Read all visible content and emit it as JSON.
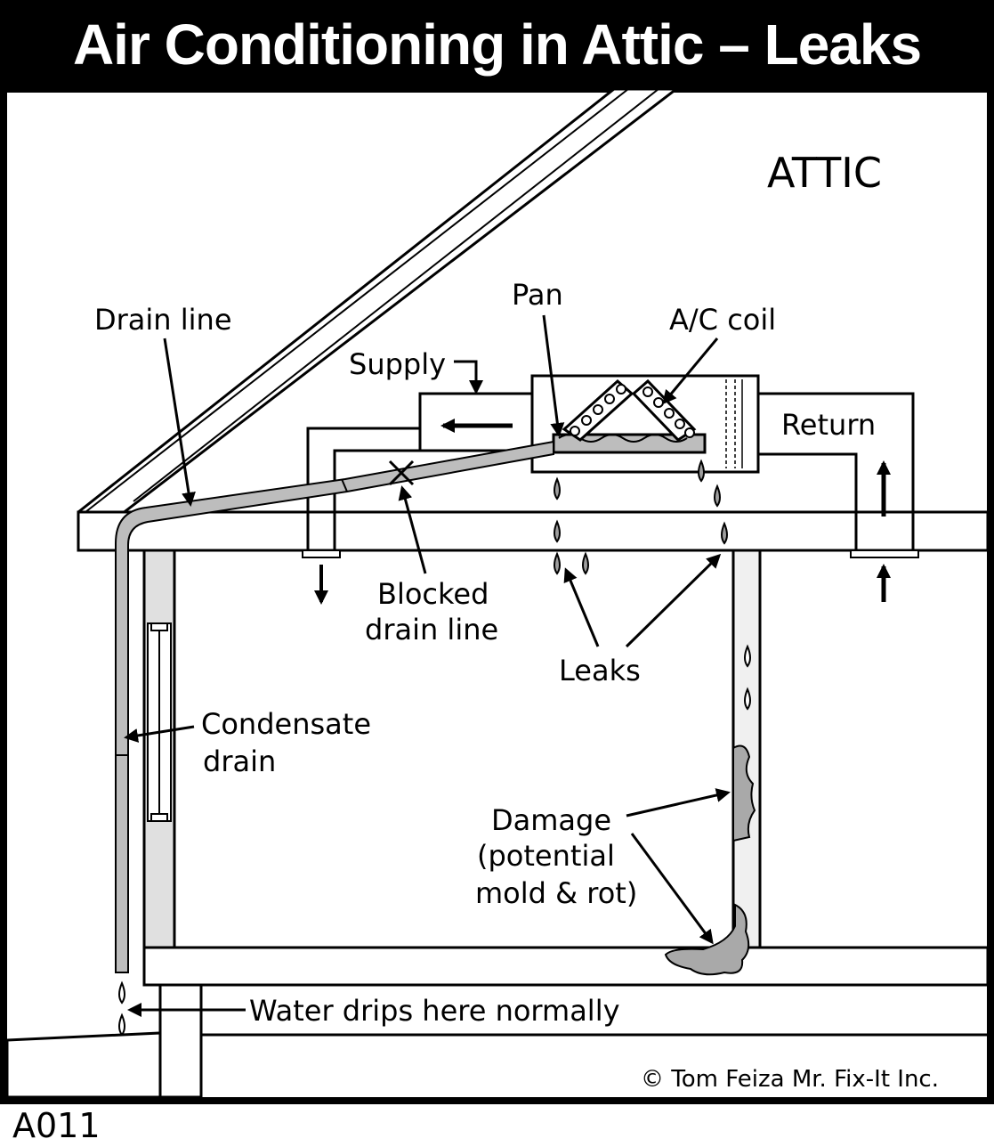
{
  "title": "Air Conditioning in Attic – Leaks",
  "code": "A011",
  "labels": {
    "attic": "ATTIC",
    "drain_line": "Drain  line",
    "pan": "Pan",
    "ac_coil": "A/C coil",
    "supply": "Supply",
    "return": "Return",
    "blocked_1": "Blocked",
    "blocked_2": "drain  line",
    "leaks": "Leaks",
    "condensate_1": "Condensate",
    "condensate_2": "drain",
    "damage_1": "Damage",
    "damage_2": "(potential",
    "damage_3": "mold & rot)",
    "water_drips": "Water drips here normally",
    "copyright": "©  Tom Feiza Mr. Fix-It Inc."
  },
  "colors": {
    "ink": "#000000",
    "paper": "#ffffff",
    "gray_fill": "#bdbdbd",
    "damage_fill": "#a9a9a9"
  }
}
